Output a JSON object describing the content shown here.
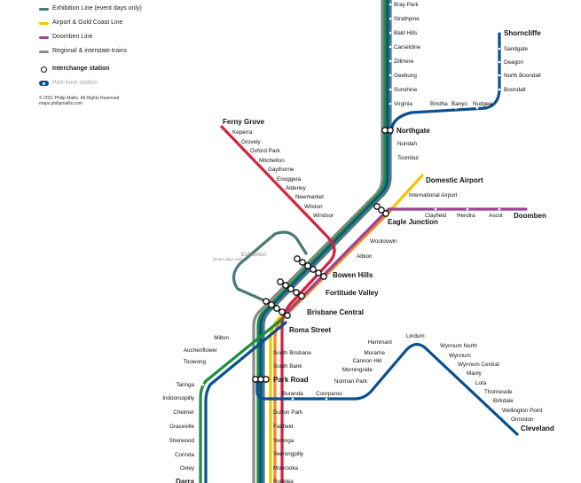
{
  "legend": {
    "items": [
      {
        "label": "Exhibition Line (event days only)",
        "color": "#4a7a78"
      },
      {
        "label": "Airport & Gold Coast Line",
        "color": "#f5c400"
      },
      {
        "label": "Doomben Line",
        "color": "#a0409a"
      },
      {
        "label": "Regional & interstate trains",
        "color": "#8a8a8a"
      }
    ],
    "interchange_label": "Interchange station",
    "part_time_label": "Part-time station",
    "copyright_line1": "© 2021 Philip Mallis. All Rights Reserved",
    "copyright_line2": "maps.philipmallis.com"
  },
  "colors": {
    "green": "#1a8f3c",
    "blue": "#0a4f8f",
    "teal": "#4a7a78",
    "gold": "#f5c400",
    "orange": "#f08a1c",
    "purple": "#a0409a",
    "red": "#d4213d",
    "grey": "#8a8a8a"
  },
  "stations": {
    "north": [
      "Bray Park",
      "Strathpine",
      "Bald Hills",
      "Carseldine",
      "Zillmere",
      "Geebung",
      "Sunshine",
      "Virginia"
    ],
    "shorncliffe_terminus": "Shorncliffe",
    "shorncliffe": [
      "Sandgate",
      "Deagon",
      "North Boondall",
      "Boondall"
    ],
    "shorncliffe_lower": [
      "Bindha",
      "Banyo",
      "Nudgee"
    ],
    "northgate": "Northgate",
    "northgate_south": [
      "Nundah",
      "Toombul"
    ],
    "airport_title": "Domestic Airport",
    "international_airport": "International Airport",
    "eagle_junction": "Eagle Junction",
    "doomben": [
      "Clayfield",
      "Hendra",
      "Ascot"
    ],
    "doomben_terminus": "Doomben",
    "ferny_grove_terminus": "Ferny Grove",
    "ferny_grove": [
      "Keperra",
      "Grovely",
      "Oxford Park",
      "Mitchelton",
      "Gaythorne",
      "Enoggera",
      "Alderley",
      "Newmarket",
      "Wilston",
      "Windsor"
    ],
    "wooloowin": "Wooloowin",
    "albion": "Albion",
    "exhibition": "Exhibition",
    "exhibition_note": "(Event days only)",
    "bowen_hills": "Bowen Hills",
    "fortitude_valley": "Fortitude Valley",
    "brisbane_central": "Brisbane Central",
    "roma_street": "Roma Street",
    "west_upper": [
      "Milton",
      "Auchenflower",
      "Toowong"
    ],
    "west": [
      "Taringa",
      "Indooroopilly",
      "Chelmer",
      "Graceville",
      "Sherwood",
      "Corinda",
      "Oxley"
    ],
    "darra": "Darra",
    "south_brisbane": [
      "South Brisbane",
      "South Bank"
    ],
    "park_road": "Park Road",
    "cleveland_inner": [
      "Buranda",
      "Coorparoo"
    ],
    "cleveland_mid": [
      "Norman Park",
      "Morningside",
      "Cannon Hill",
      "Murarrie",
      "Hemmant"
    ],
    "lindum": "Lindum",
    "cleveland_outer": [
      "Wynnum North",
      "Wynnum",
      "Wynnum Central",
      "Manly",
      "Lota",
      "Thorneside",
      "Birkdale",
      "Wellington Point",
      "Ormiston"
    ],
    "cleveland_terminus": "Cleveland",
    "south": [
      "Dutton Park",
      "Fairfield",
      "Yeronga",
      "Yeerongpilly",
      "Moorooka",
      "Rocklea"
    ]
  }
}
